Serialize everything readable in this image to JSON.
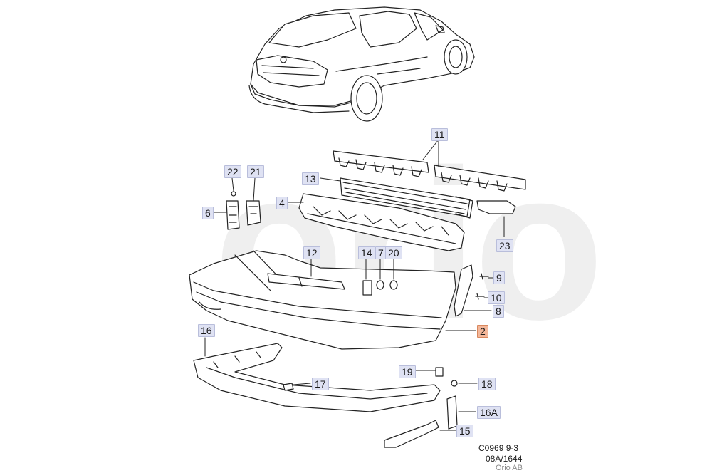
{
  "diagram": {
    "callouts": [
      {
        "id": "c11",
        "label": "11"
      },
      {
        "id": "c22",
        "label": "22"
      },
      {
        "id": "c21",
        "label": "21"
      },
      {
        "id": "c13",
        "label": "13"
      },
      {
        "id": "c4",
        "label": "4"
      },
      {
        "id": "c6",
        "label": "6"
      },
      {
        "id": "c23",
        "label": "23"
      },
      {
        "id": "c12",
        "label": "12"
      },
      {
        "id": "c14",
        "label": "14"
      },
      {
        "id": "c7",
        "label": "7"
      },
      {
        "id": "c20",
        "label": "20"
      },
      {
        "id": "c9",
        "label": "9"
      },
      {
        "id": "c10",
        "label": "10"
      },
      {
        "id": "c8",
        "label": "8"
      },
      {
        "id": "c2",
        "label": "2",
        "active": true
      },
      {
        "id": "c16",
        "label": "16"
      },
      {
        "id": "c17",
        "label": "17"
      },
      {
        "id": "c19",
        "label": "19"
      },
      {
        "id": "c18",
        "label": "18"
      },
      {
        "id": "c16A",
        "label": "16A"
      },
      {
        "id": "c15",
        "label": "15"
      }
    ],
    "captions": {
      "line1": "C0969 9-3",
      "line2": "08A/1644",
      "line3": "Orio AB"
    },
    "colors": {
      "callout_bg": "#dfe2f3",
      "callout_active_bg": "#f3b79a",
      "line": "#222222"
    }
  }
}
